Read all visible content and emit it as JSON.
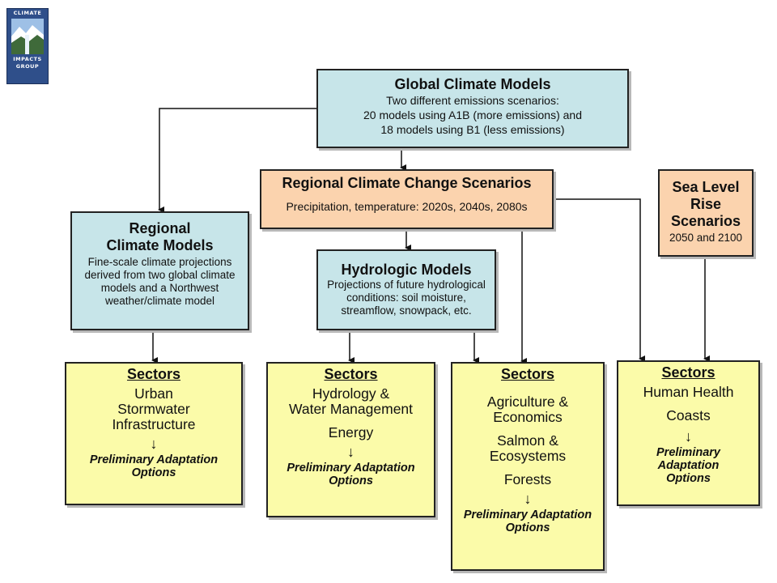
{
  "logo": {
    "words": [
      "CLIMATE",
      "IMPACTS",
      "GROUP"
    ]
  },
  "boxes": {
    "gcm": {
      "title": "Global Climate Models",
      "lines": [
        "Two different emissions scenarios:",
        "20 models using A1B (more emissions) and",
        "18 models using B1 (less emissions)"
      ]
    },
    "rccs": {
      "title": "Regional Climate Change Scenarios",
      "desc": "Precipitation, temperature: 2020s, 2040s, 2080s"
    },
    "rcm": {
      "title_lines": [
        "Regional",
        "Climate Models"
      ],
      "lines": [
        "Fine-scale climate projections",
        "derived from two global climate",
        "models and a Northwest",
        "weather/climate model"
      ]
    },
    "hydro": {
      "title": "Hydrologic Models",
      "lines": [
        "Projections of future hydrological",
        "conditions: soil moisture,",
        "streamflow, snowpack, etc."
      ]
    },
    "slr": {
      "title_lines": [
        "Sea Level",
        "Rise",
        "Scenarios"
      ],
      "desc": "2050 and 2100"
    }
  },
  "sectors": {
    "heading": "Sectors",
    "arrow": "↓",
    "s1": {
      "items": [
        [
          "Urban",
          "Stormwater",
          "Infrastructure"
        ]
      ],
      "option": "Preliminary Adaptation\nOptions"
    },
    "s2": {
      "items": [
        [
          "Hydrology &",
          "Water Management"
        ],
        [
          "Energy"
        ]
      ],
      "option": "Preliminary Adaptation\nOptions"
    },
    "s3": {
      "items": [
        [
          "Agriculture &",
          "Economics"
        ],
        [
          "Salmon &",
          "Ecosystems"
        ],
        [
          "Forests"
        ]
      ],
      "option": "Preliminary Adaptation\nOptions"
    },
    "s4": {
      "items": [
        [
          "Human Health"
        ],
        [
          "Coasts"
        ]
      ],
      "option": "Preliminary\nAdaptation\nOptions"
    }
  }
}
